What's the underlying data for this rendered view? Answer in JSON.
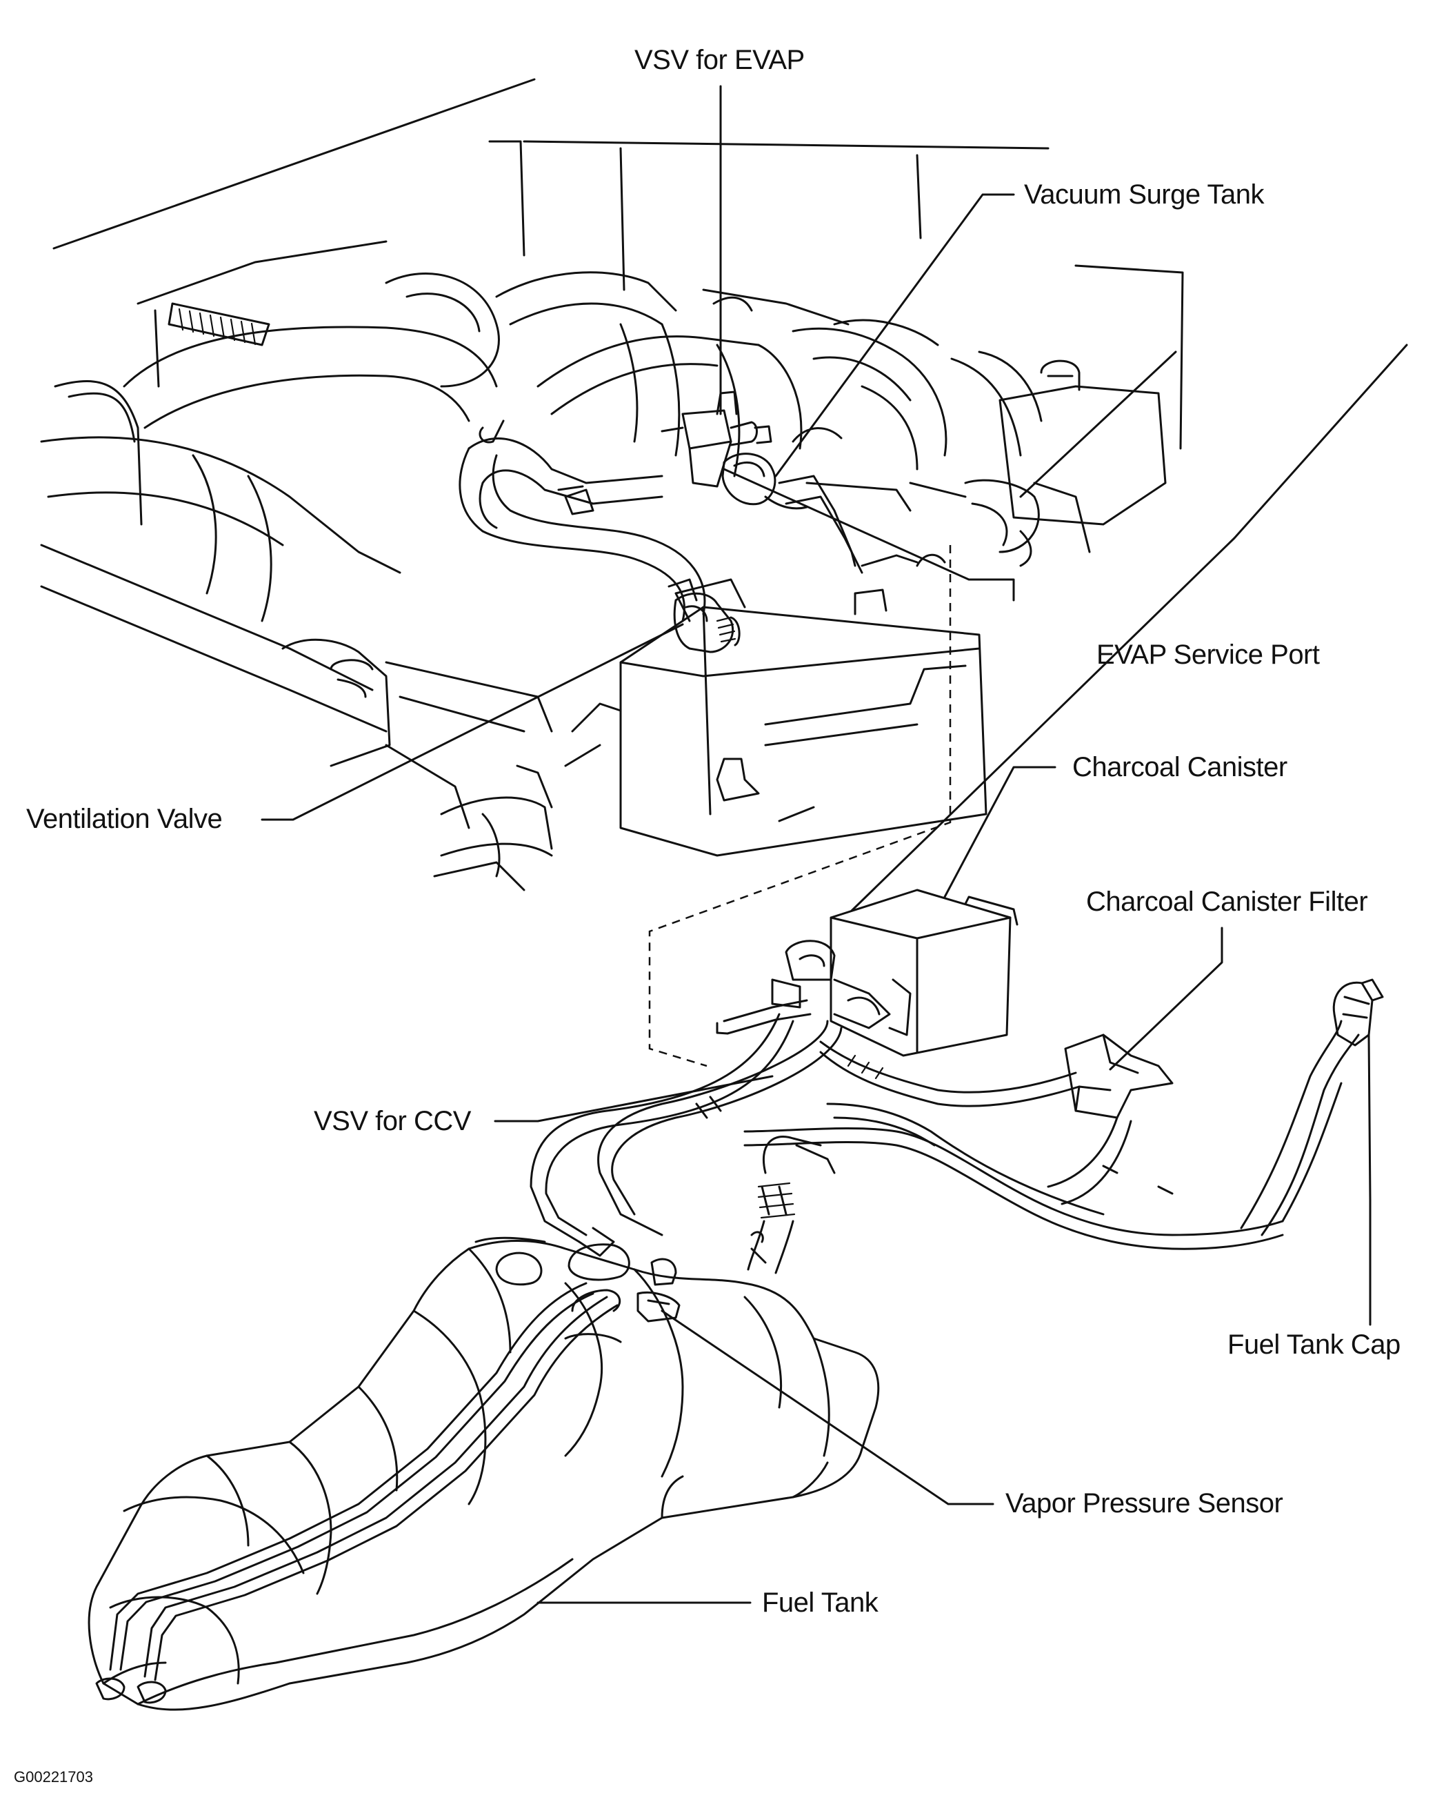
{
  "labels": {
    "vsv_evap": "VSV for EVAP",
    "vacuum_surge_tank": "Vacuum Surge Tank",
    "evap_service_port": "EVAP Service Port",
    "charcoal_canister": "Charcoal Canister",
    "ventilation_valve": "Ventilation Valve",
    "charcoal_canister_filter": "Charcoal Canister Filter",
    "vsv_ccv": "VSV for CCV",
    "fuel_tank_cap": "Fuel Tank Cap",
    "vapor_pressure_sensor": "Vapor Pressure Sensor",
    "fuel_tank": "Fuel Tank"
  },
  "figure_code": "G00221703",
  "colors": {
    "ink": "#111111",
    "paper": "#ffffff"
  }
}
